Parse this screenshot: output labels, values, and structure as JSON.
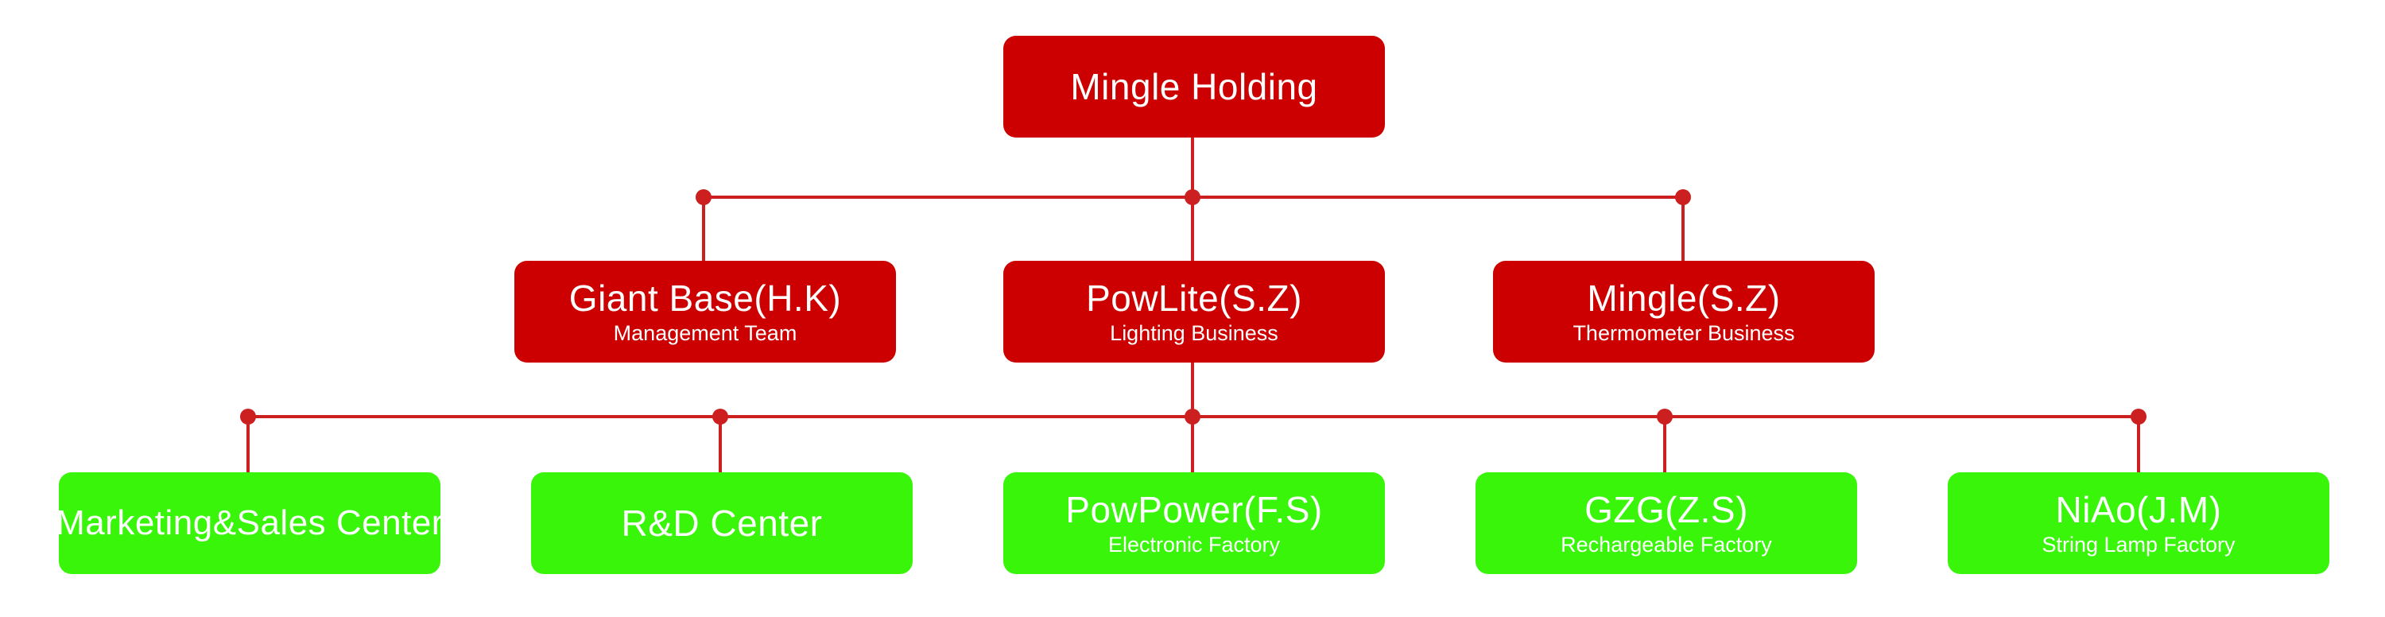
{
  "colors": {
    "line": "#cc1f1f",
    "dot": "#cc1f1f",
    "red_box": "#cc0000",
    "green_box": "#38f50a",
    "text": "#ffffff"
  },
  "root": {
    "title": "Mingle Holding"
  },
  "level2": [
    {
      "title": "Giant Base(H.K)",
      "subtitle": "Management Team"
    },
    {
      "title": "PowLite(S.Z)",
      "subtitle": "Lighting Business"
    },
    {
      "title": "Mingle(S.Z)",
      "subtitle": "Thermometer Business"
    }
  ],
  "level3": [
    {
      "title": "Marketing&Sales Center",
      "subtitle": ""
    },
    {
      "title": "R&D Center",
      "subtitle": ""
    },
    {
      "title": "PowPower(F.S)",
      "subtitle": "Electronic Factory"
    },
    {
      "title": "GZG(Z.S)",
      "subtitle": "Rechargeable Factory"
    },
    {
      "title": "NiAo(J.M)",
      "subtitle": "String Lamp Factory"
    }
  ]
}
